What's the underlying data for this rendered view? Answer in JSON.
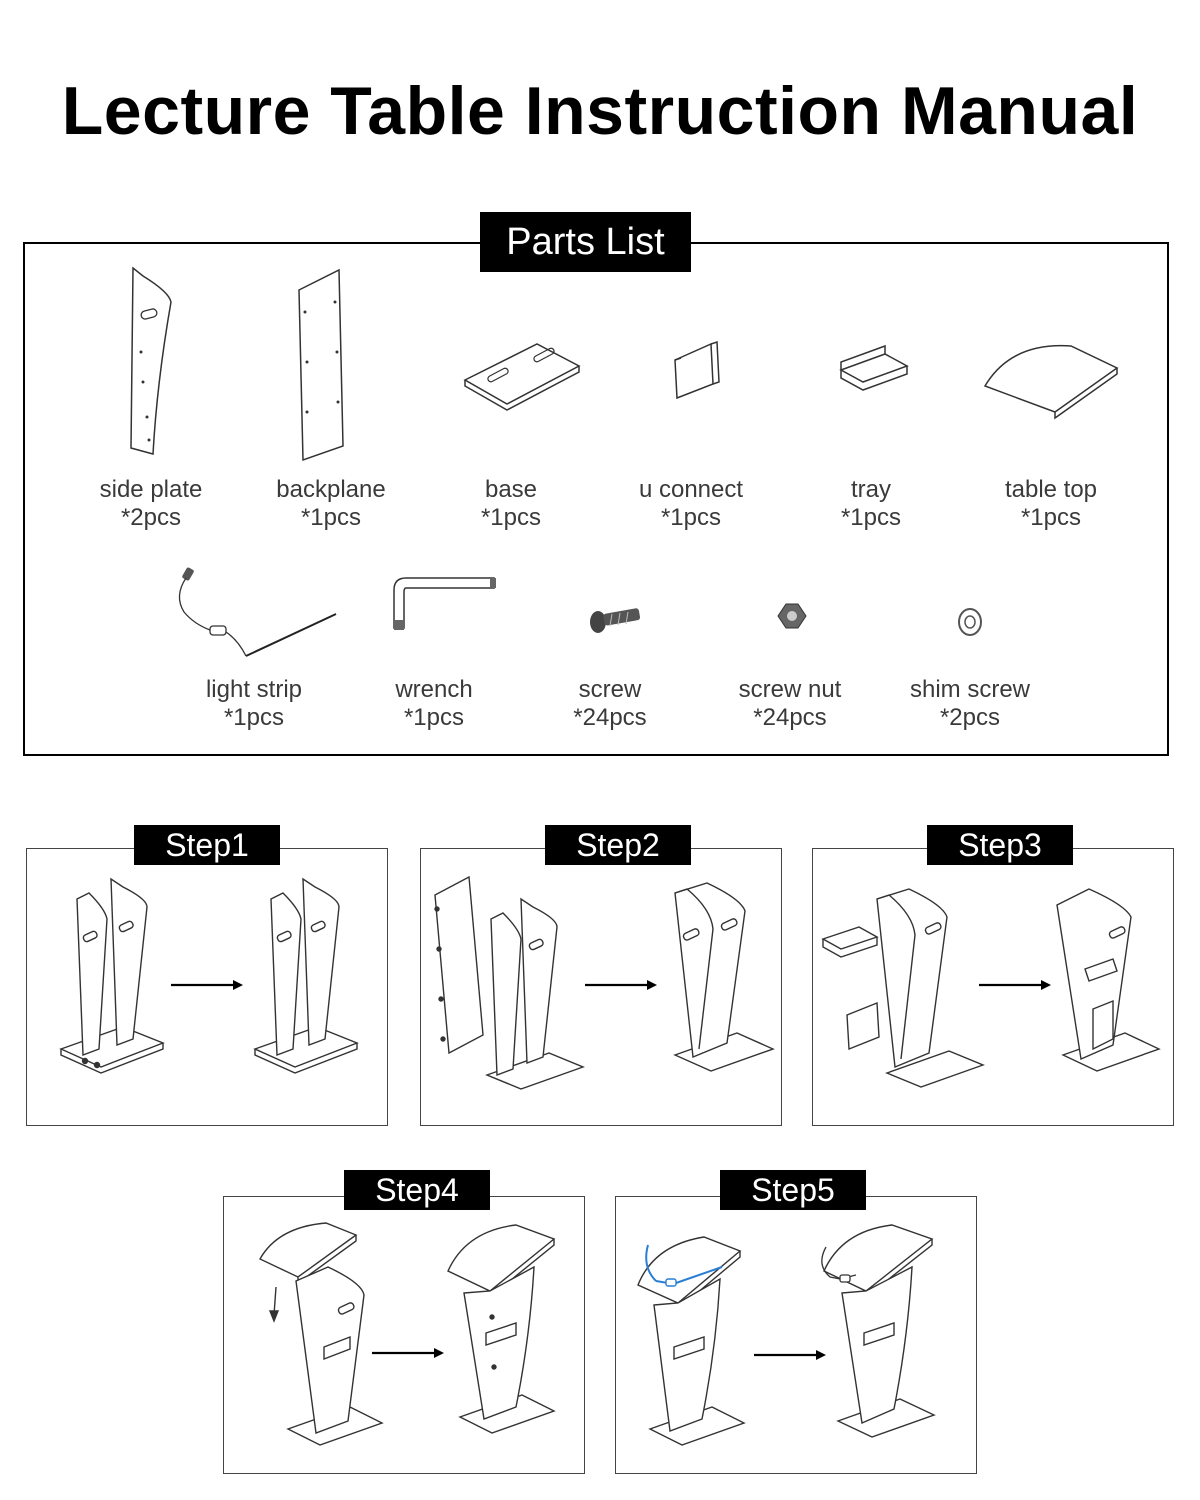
{
  "title": "Lecture Table Instruction Manual",
  "parts_list": {
    "heading": "Parts List",
    "items": [
      {
        "name": "side plate",
        "qty": "*2pcs",
        "icon": "side-plate-icon"
      },
      {
        "name": "backplane",
        "qty": "*1pcs",
        "icon": "backplane-icon"
      },
      {
        "name": "base",
        "qty": "*1pcs",
        "icon": "base-icon"
      },
      {
        "name": "u connect",
        "qty": "*1pcs",
        "icon": "u-connect-icon"
      },
      {
        "name": "tray",
        "qty": "*1pcs",
        "icon": "tray-icon"
      },
      {
        "name": "table top",
        "qty": "*1pcs",
        "icon": "table-top-icon"
      },
      {
        "name": "light strip",
        "qty": "*1pcs",
        "icon": "light-strip-icon"
      },
      {
        "name": "wrench",
        "qty": "*1pcs",
        "icon": "wrench-icon"
      },
      {
        "name": "screw",
        "qty": "*24pcs",
        "icon": "screw-icon"
      },
      {
        "name": "screw nut",
        "qty": "*24pcs",
        "icon": "screw-nut-icon"
      },
      {
        "name": "shim screw",
        "qty": "*2pcs",
        "icon": "shim-screw-icon"
      }
    ]
  },
  "steps": [
    {
      "label": "Step1"
    },
    {
      "label": "Step2"
    },
    {
      "label": "Step3"
    },
    {
      "label": "Step4"
    },
    {
      "label": "Step5"
    }
  ],
  "colors": {
    "light_strip_highlight": "#2a7fd4"
  }
}
